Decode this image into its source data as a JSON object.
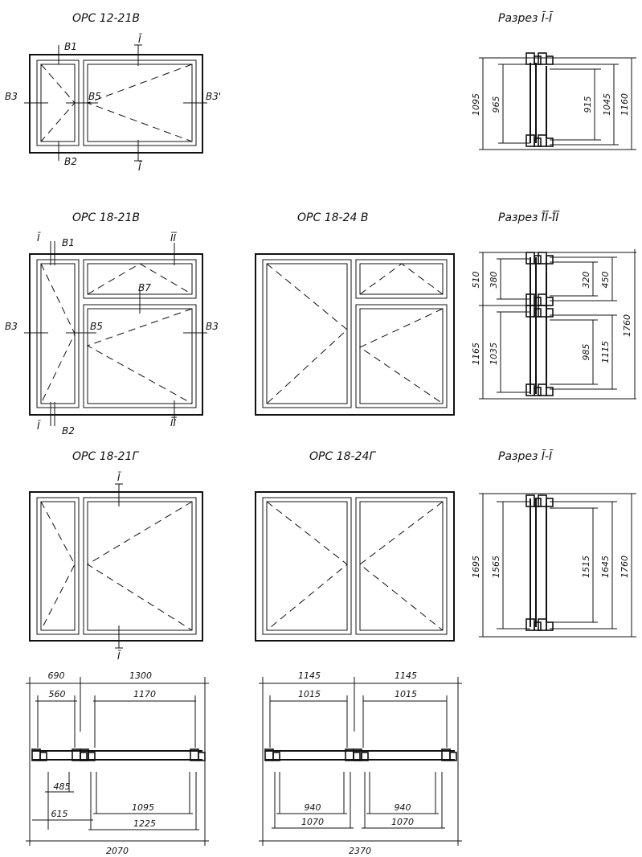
{
  "titles": {
    "w1": "ОРС 12-21В",
    "s1": "Разрез Ī-Ī",
    "w2": "ОРС 18-21В",
    "w3": "ОРС 18-24 В",
    "s2": "Разрез Ī̄Ī-Ī̄Ī",
    "w4": "ОРС 18-21Г",
    "w5": "ОРС 18-24Г",
    "s3": "Разрез Ī-Ī"
  },
  "labels": {
    "w1": {
      "b1": "В1",
      "i_top": "Ī",
      "b3_left": "В3",
      "b5": "В5",
      "b3_right": "В3'",
      "b2": "В2",
      "i_bot": "Ī"
    },
    "w2": {
      "i_top": "Ī",
      "b1": "В1",
      "ii_top": "ĪĪ",
      "b7": "В7",
      "b3_left": "В3",
      "b5": "В5",
      "b3_right": "В3",
      "i_bot": "Ī",
      "b2": "В2",
      "ii_bot": "ĪĪ"
    },
    "w4": {
      "i_top": "Ī",
      "i_bot": "Ī"
    }
  },
  "dims": {
    "s1": [
      "1095",
      "965",
      "915",
      "1045",
      "1160"
    ],
    "s2": [
      "510",
      "380",
      "320",
      "450",
      "1165",
      "1035",
      "985",
      "1115",
      "1760"
    ],
    "s3": [
      "1695",
      "1565",
      "1515",
      "1645",
      "1760"
    ],
    "p1": [
      "690",
      "1300",
      "560",
      "1170",
      "485",
      "1095",
      "615",
      "1225",
      "2070"
    ],
    "p2": [
      "1145",
      "1145",
      "1015",
      "1015",
      "940",
      "940",
      "1070",
      "1070",
      "2370"
    ]
  }
}
